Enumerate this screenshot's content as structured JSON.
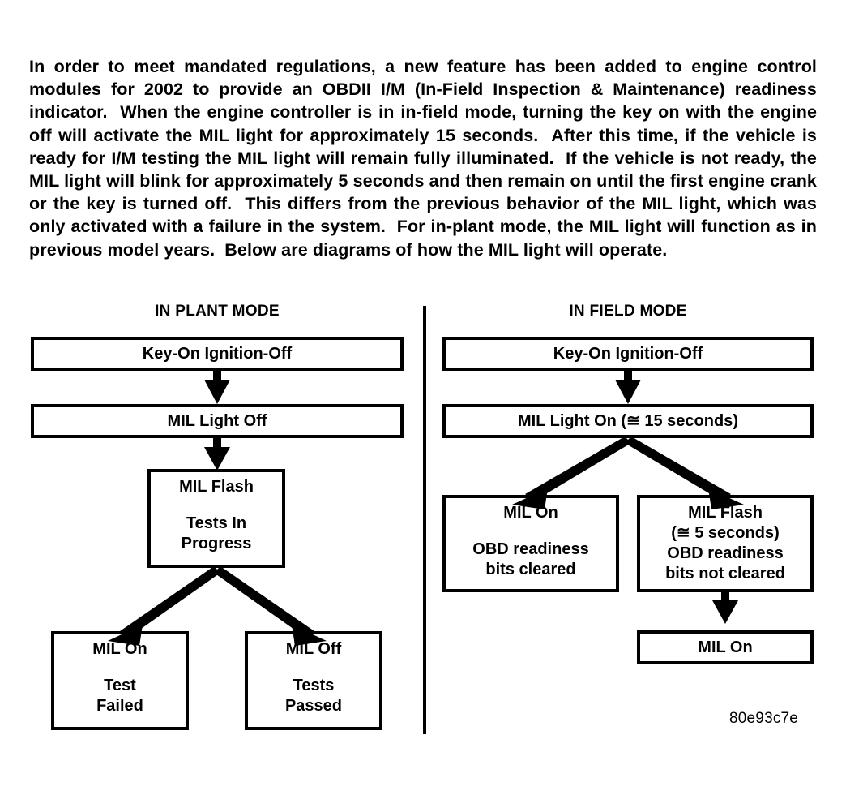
{
  "intro": {
    "paragraph": "In order to meet mandated regulations, a new feature has been added to engine control modules for 2002 to provide an OBDII I/M (In-Field Inspection & Maintenance) readiness indicator.  When the engine controller is in in-field mode, turning the key on with the engine off will activate the MIL light for approximately 15 seconds.  After this time, if the vehicle is ready for I/M testing the MIL light will remain fully illuminated.  If the vehicle is not ready, the MIL light will blink for approximately 5 seconds and then remain on until the first engine crank or the key is turned off.  This differs from the previous behavior of the MIL light, which was only activated with a failure in the system.  For in-plant mode, the MIL light will function as in previous model years.  Below are diagrams of how the MIL light will operate."
  },
  "diagram": {
    "figure_id": "80e93c7e",
    "in_plant": {
      "heading": "IN PLANT MODE",
      "nodes": {
        "key_on": {
          "lines": [
            "Key-On Ignition-Off"
          ]
        },
        "mil_light_off": {
          "lines": [
            "MIL Light Off"
          ]
        },
        "mil_flash": {
          "lines": [
            "MIL Flash",
            "Tests In",
            "Progress"
          ]
        },
        "mil_on_failed": {
          "lines": [
            "MIL On",
            "Test",
            "Failed"
          ]
        },
        "mil_off_passed": {
          "lines": [
            "MIL Off",
            "Tests",
            "Passed"
          ]
        }
      }
    },
    "in_field": {
      "heading": "IN FIELD MODE",
      "nodes": {
        "key_on": {
          "lines": [
            "Key-On Ignition-Off"
          ]
        },
        "mil_light_on": {
          "lines": [
            "MIL Light On (≅ 15 seconds)"
          ]
        },
        "mil_on_cleared": {
          "lines": [
            "MIL On",
            "OBD readiness",
            "bits cleared"
          ]
        },
        "mil_flash_not_cleared": {
          "lines": [
            "MIL Flash",
            "(≅ 5 seconds)",
            "OBD readiness",
            "bits not cleared"
          ]
        },
        "mil_on_final": {
          "lines": [
            "MIL On"
          ]
        }
      }
    }
  },
  "colors": {
    "ink": "#000000",
    "paper": "#ffffff"
  }
}
